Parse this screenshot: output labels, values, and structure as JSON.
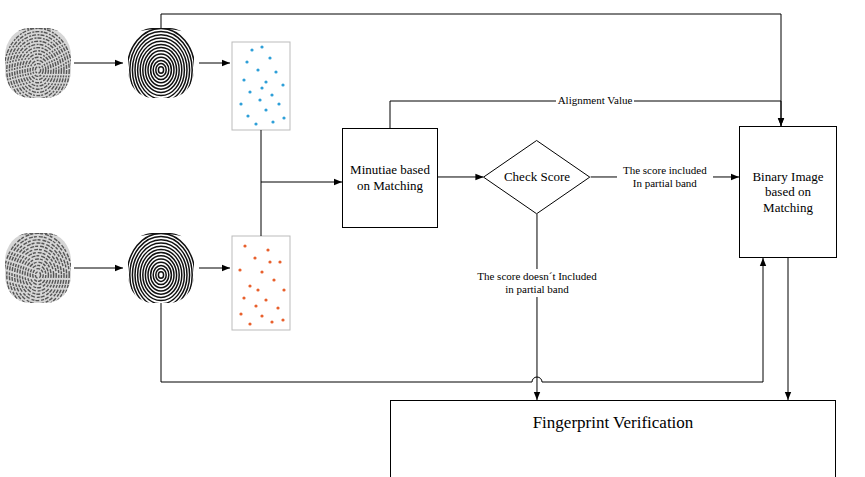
{
  "diagram": {
    "nodes": [
      {
        "text": [
          "Minutiae based on Matching"
        ]
      },
      {
        "text": [
          "Check Score"
        ]
      },
      {
        "text": [
          "Binary Image based on Matching"
        ]
      },
      {
        "text": [
          "Fingerprint Verification"
        ]
      }
    ],
    "edges": [
      {
        "from": 0,
        "to": 2,
        "arrow": "to",
        "label": "Alignment Value"
      },
      {
        "from": 0,
        "to": 1,
        "arrow": "to"
      },
      {
        "from": 1,
        "to": 2,
        "arrow": "to",
        "label": "The score included In partial band"
      },
      {
        "from": 1,
        "to": 3,
        "arrow": "to",
        "label": "The score doesn´t Included in partial band"
      },
      {
        "from": 2,
        "to": 3,
        "arrow": "to"
      }
    ]
  }
}
